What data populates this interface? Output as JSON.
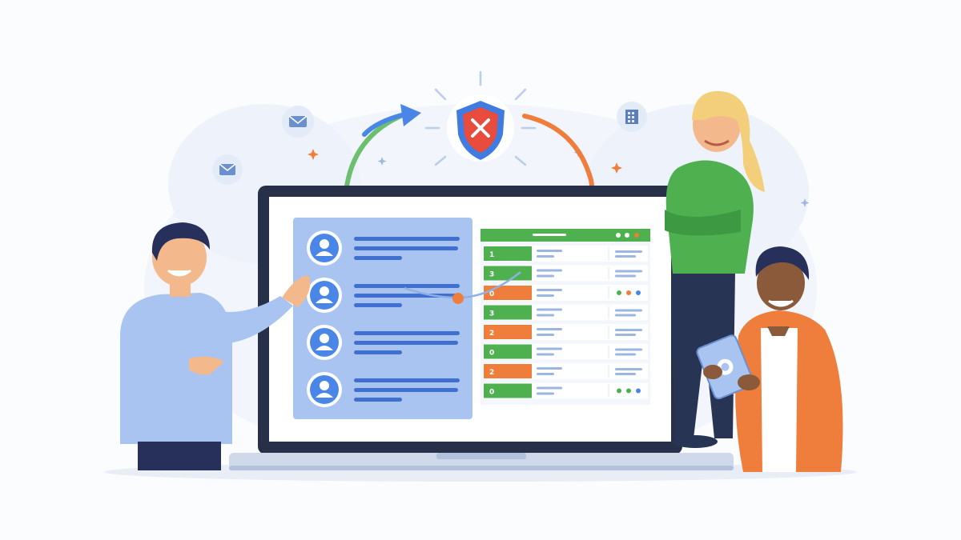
{
  "illustration": {
    "colors": {
      "primary_blue": "#4a86e8",
      "success_green": "#4fb050",
      "warning_orange": "#ef7d3c",
      "shield_red": "#e84c3d",
      "background_blob": "#edf2fb",
      "laptop_frame": "#273048"
    },
    "icons": [
      "shield-x-icon",
      "mail-icon",
      "building-icon",
      "sparkle-icon",
      "user-avatar-icon",
      "sync-arrow-icon"
    ],
    "contact_list": {
      "entries": [
        {
          "avatar": "user-avatar-icon"
        },
        {
          "avatar": "user-avatar-icon"
        },
        {
          "avatar": "user-avatar-icon"
        },
        {
          "avatar": "user-avatar-icon"
        }
      ]
    },
    "table": {
      "row_count": 8,
      "rows": [
        {
          "label": "1",
          "status": "green"
        },
        {
          "label": "3",
          "status": "green"
        },
        {
          "label": "0",
          "status": "orange"
        },
        {
          "label": "3",
          "status": "green"
        },
        {
          "label": "2",
          "status": "orange"
        },
        {
          "label": "0",
          "status": "green"
        },
        {
          "label": "2",
          "status": "orange"
        },
        {
          "label": "0",
          "status": "green"
        }
      ]
    },
    "people": [
      "presenter-man",
      "standing-woman",
      "tablet-man"
    ]
  }
}
